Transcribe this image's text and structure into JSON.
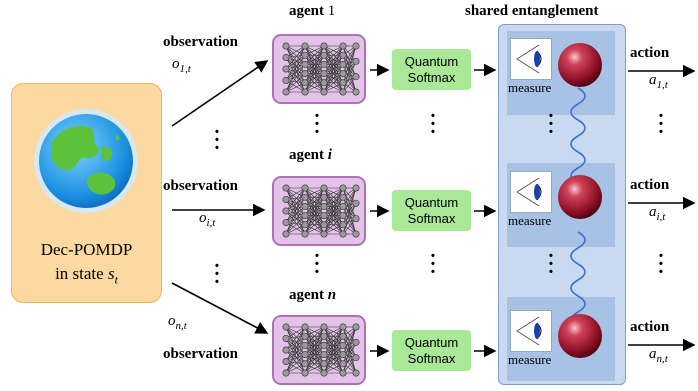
{
  "environment": {
    "line1": "Dec-POMDP",
    "line2_prefix": "in state ",
    "state_symbol": "s",
    "state_sub": "t"
  },
  "title_shared": "shared entanglement",
  "agents": [
    {
      "label_prefix": "agent ",
      "index": "1",
      "obs_label": "observation",
      "obs_symbol": "o",
      "obs_sub": "1,t",
      "softmax_line1": "Quantum",
      "softmax_line2": "Softmax",
      "measure": "measure",
      "action_label": "action",
      "action_symbol": "a",
      "action_sub": "1,t"
    },
    {
      "label_prefix": "agent ",
      "index": "i",
      "obs_label": "observation",
      "obs_symbol": "o",
      "obs_sub": "i,t",
      "softmax_line1": "Quantum",
      "softmax_line2": "Softmax",
      "measure": "measure",
      "action_label": "action",
      "action_symbol": "a",
      "action_sub": "i,t"
    },
    {
      "label_prefix": "agent ",
      "index": "n",
      "obs_label": "observation",
      "obs_symbol": "o",
      "obs_sub": "n,t",
      "softmax_line1": "Quantum",
      "softmax_line2": "Softmax",
      "measure": "measure",
      "action_label": "action",
      "action_symbol": "a",
      "action_sub": "n,t"
    }
  ],
  "colors": {
    "environment_fill": "#fcd9a0",
    "network_fill": "#e3c3e8",
    "softmax_fill": "#a8e897",
    "entanglement_panel": "#c8d9f0",
    "qubit": "#a3172e",
    "wave": "#3a6fd0"
  },
  "icons": {
    "environment": "globe-icon",
    "network": "neural-network-icon",
    "measurement": "measurement-meter-icon",
    "qubit": "qubit-sphere-icon"
  }
}
